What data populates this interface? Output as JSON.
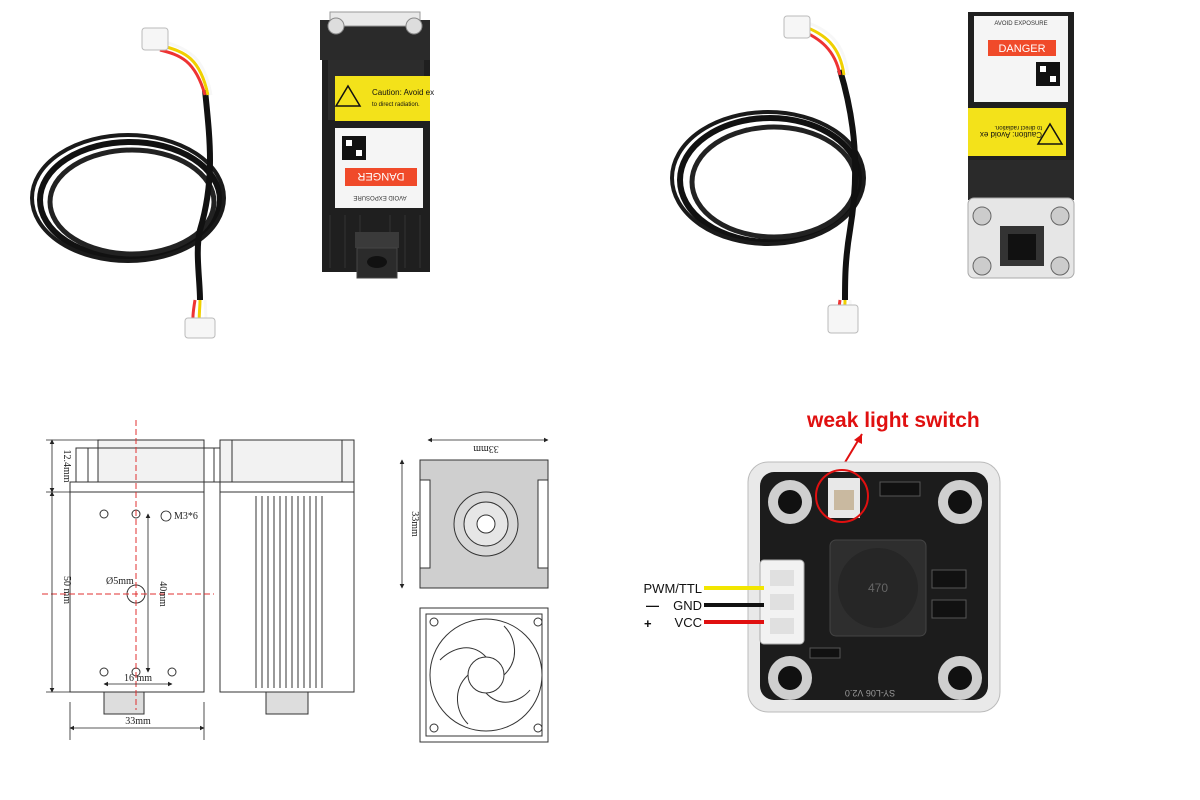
{
  "photos": {
    "module_front": {
      "danger_label": "DANGER",
      "caution_label": "Caution: Avoid ex",
      "caution_sub": "to direct radiation.",
      "avoid_exposure": "AVOID EXPOSURE"
    },
    "module_back": {
      "danger_label": "DANGER",
      "caution_label": "Caution: Avoid ex",
      "caution_sub": "to direct radiation.",
      "avoid_exposure": "AVOID EXPOSURE"
    }
  },
  "drawing": {
    "dim_top_height": "12.4mm",
    "dim_body_height": "50 mm",
    "dim_hole_spacing_v": "40mm",
    "dim_hole_spacing_h": "16 mm",
    "dim_width": "33mm",
    "hole_diameter": "Ø5mm",
    "screw_label": "M3*6",
    "heatsink_width": "33mm",
    "heatsink_height": "33mm"
  },
  "board": {
    "switch_label": "weak light switch",
    "wires": [
      {
        "label": "PWM/TTL",
        "symbol": "",
        "color": "#f2e600"
      },
      {
        "label": "GND",
        "symbol": "—",
        "color": "#111111"
      },
      {
        "label": "VCC",
        "symbol": "+",
        "color": "#e01010"
      }
    ],
    "inductor_code": "470",
    "pcb_text": "SY-L06 V2.0"
  }
}
